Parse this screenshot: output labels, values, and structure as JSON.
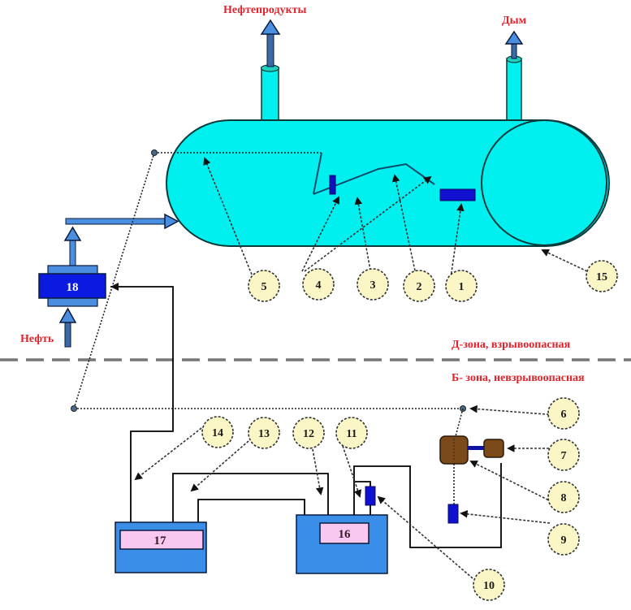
{
  "diagram": {
    "title_labels": {
      "outlet_left": "Нефтепродукты",
      "outlet_right": "Дым",
      "inlet": "Нефть"
    },
    "zones": {
      "upper": "Д-зона, взрывоопасная",
      "lower": "Б- зона, невзрывоопасная"
    },
    "units": {
      "u16": "16",
      "u17": "17",
      "u18": "18"
    },
    "callouts": [
      {
        "id": "1",
        "label": "1"
      },
      {
        "id": "2",
        "label": "2"
      },
      {
        "id": "3",
        "label": "3"
      },
      {
        "id": "4",
        "label": "4"
      },
      {
        "id": "5",
        "label": "5"
      },
      {
        "id": "6",
        "label": "6"
      },
      {
        "id": "7",
        "label": "7"
      },
      {
        "id": "8",
        "label": "8"
      },
      {
        "id": "9",
        "label": "9"
      },
      {
        "id": "10",
        "label": "10"
      },
      {
        "id": "11",
        "label": "11"
      },
      {
        "id": "12",
        "label": "12"
      },
      {
        "id": "13",
        "label": "13"
      },
      {
        "id": "14",
        "label": "14"
      },
      {
        "id": "15",
        "label": "15"
      }
    ],
    "colors": {
      "vessel": "#00f0f0",
      "flow_arrow": "#4a8ee0",
      "heater": "#0a1ae0",
      "control_box": "#3a8ee8",
      "display": "#f8c8f0",
      "motor": "#7a4a1a",
      "label_red": "#e0242c",
      "callout_fill": "#fbf6c6"
    }
  }
}
